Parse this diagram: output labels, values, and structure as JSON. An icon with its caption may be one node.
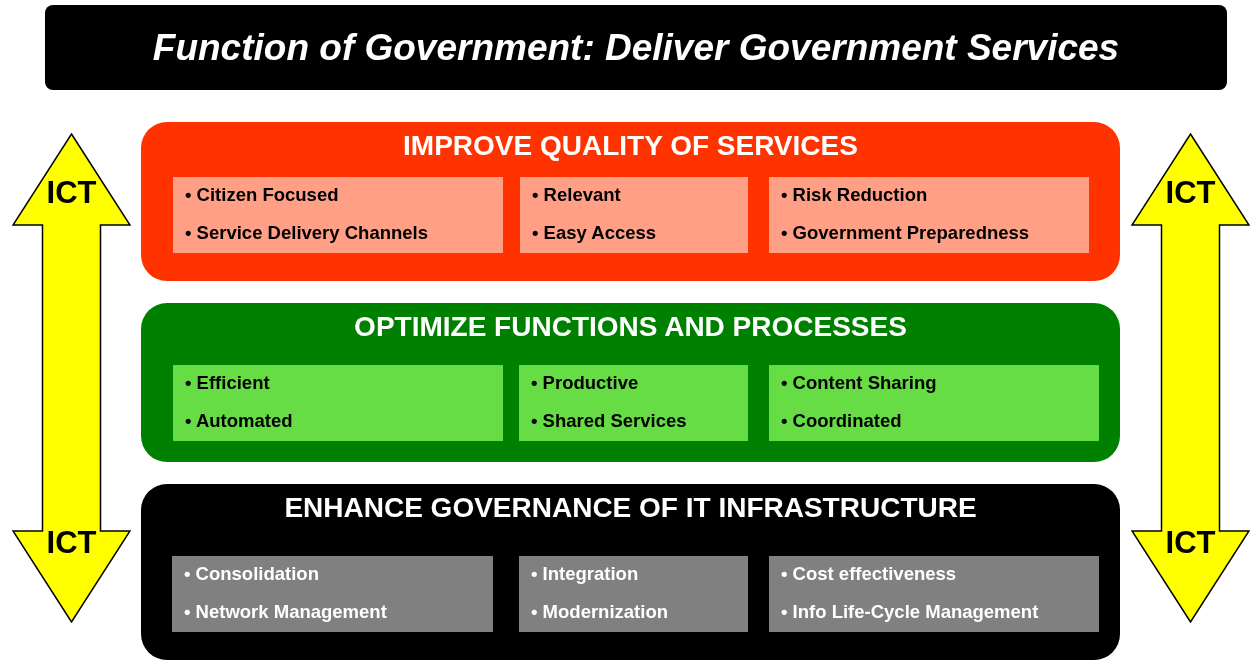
{
  "diagram": {
    "title": "Function of Government: Deliver Government Services",
    "nodes": [
      {
        "text": [
          "ICT",
          "ICT"
        ]
      },
      {
        "text": [
          "IMPROVE QUALITY OF SERVICES"
        ]
      },
      {
        "text": [
          "• Citizen Focused",
          "• Service Delivery Channels"
        ],
        "in": 1
      },
      {
        "text": [
          "• Relevant",
          "• Easy Access"
        ],
        "in": 1
      },
      {
        "text": [
          "• Risk Reduction",
          "• Government Preparedness"
        ],
        "in": 1
      },
      {
        "text": [
          "ICT",
          "ICT"
        ]
      },
      {
        "text": [
          "OPTIMIZE FUNCTIONS AND PROCESSES"
        ]
      },
      {
        "text": [
          "• Efficient",
          "• Automated"
        ],
        "in": 6
      },
      {
        "text": [
          "• Productive",
          "• Shared Services"
        ],
        "in": 6
      },
      {
        "text": [
          "• Content Sharing",
          "• Coordinated"
        ],
        "in": 6
      },
      {
        "text": [
          "ENHANCE GOVERNANCE OF IT INFRASTRUCTURE"
        ]
      },
      {
        "text": [
          "• Consolidation",
          "• Network Management"
        ],
        "in": 10
      },
      {
        "text": [
          "• Integration",
          "• Modernization"
        ],
        "in": 10
      },
      {
        "text": [
          "• Cost effectiveness",
          "• Info Life-Cycle Management"
        ],
        "in": 10
      }
    ]
  }
}
